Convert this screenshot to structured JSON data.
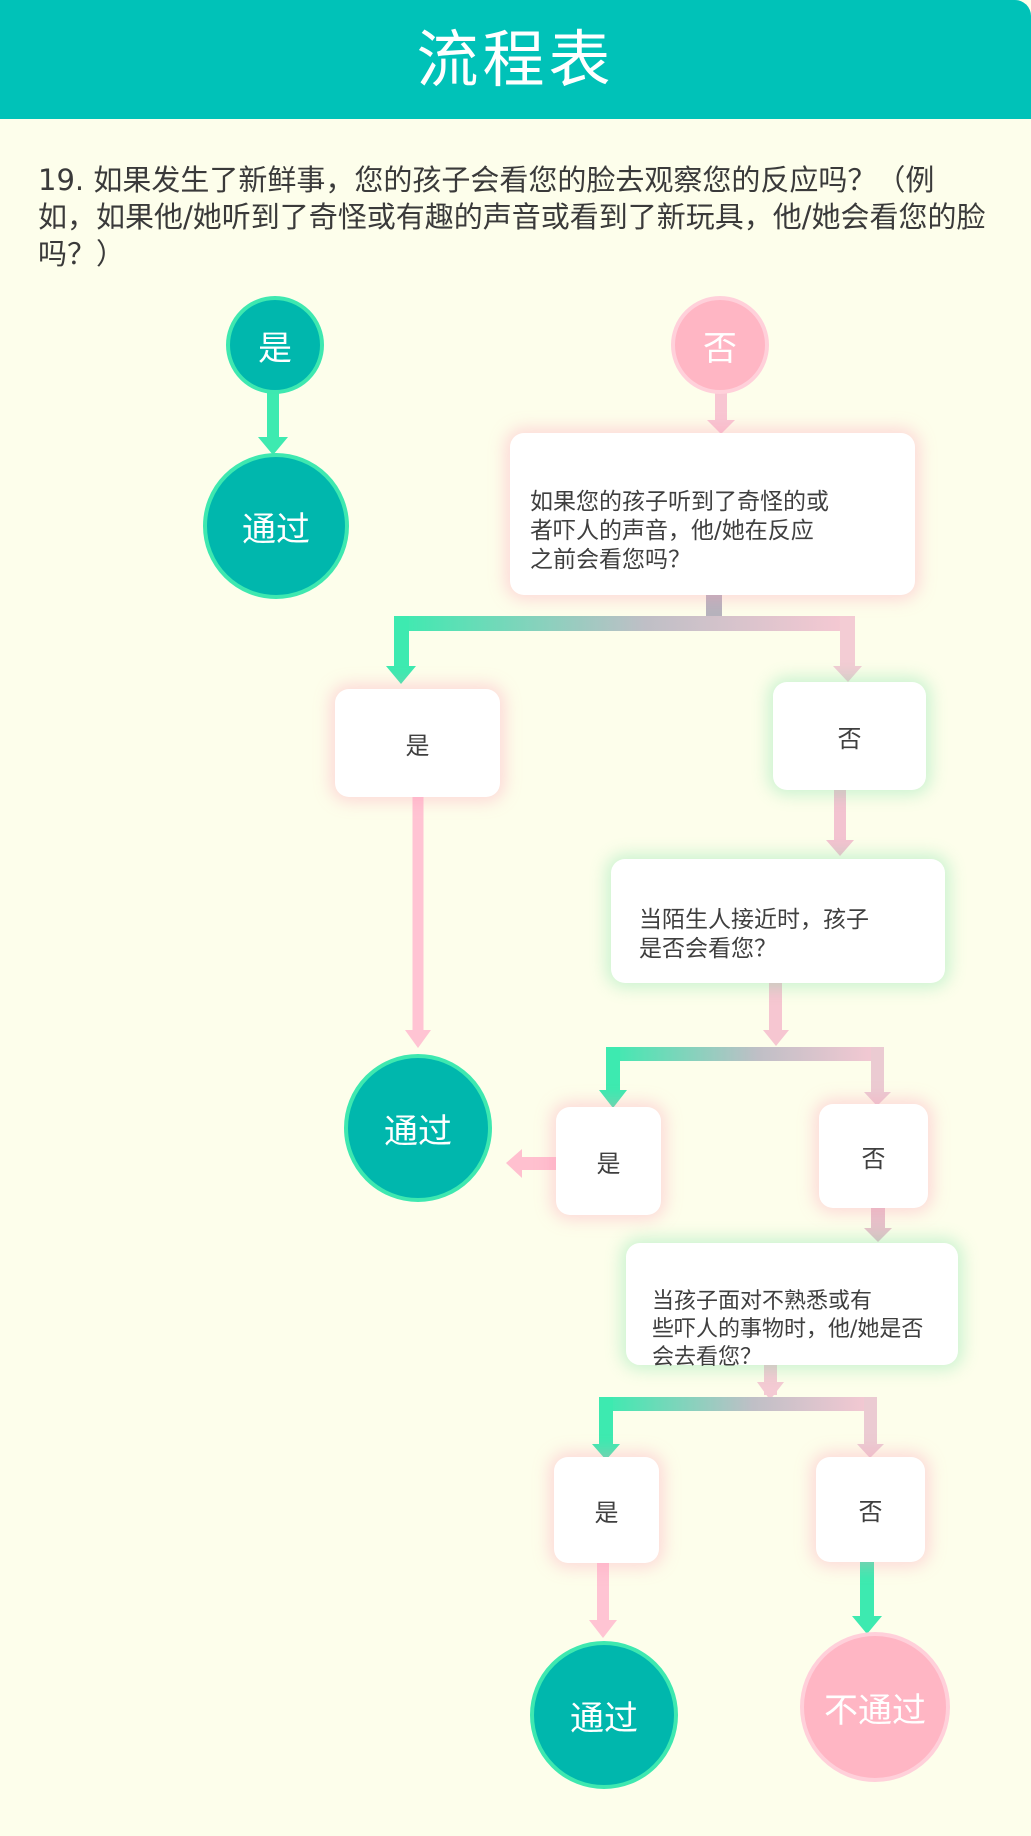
{
  "header": {
    "title": "流程表"
  },
  "question": {
    "text": "19. 如果发生了新鲜事，您的孩子会看您的脸去观察您的反应吗？（例如，如果他/她听到了奇怪或有趣的声音或看到了新玩具，他/她会看您的脸吗？）"
  },
  "flow": {
    "top_yes": "是",
    "top_no": "否",
    "pass_1": "通过",
    "q1": "如果您的孩子听到了奇怪的或\n者吓人的声音，他/她在反应\n之前会看您吗？",
    "q1_yes": "是",
    "q1_no": "否",
    "q2": "当陌生人接近时，孩子\n是否会看您？",
    "pass_2": "通过",
    "q2_yes": "是",
    "q2_no": "否",
    "q3": "当孩子面对不熟悉或有\n些吓人的事物时，他/她是否\n会去看您？",
    "q3_yes": "是",
    "q3_no": "否",
    "pass_3": "通过",
    "fail": "不通过"
  },
  "colors": {
    "header_bg": "#00c2b8",
    "page_bg": "#fdfeeb",
    "teal": "#00b7ad",
    "green_arrow": "#3deab0",
    "pink_arrow": "#ffc4d3",
    "fail_pink": "#ffb6c4"
  }
}
